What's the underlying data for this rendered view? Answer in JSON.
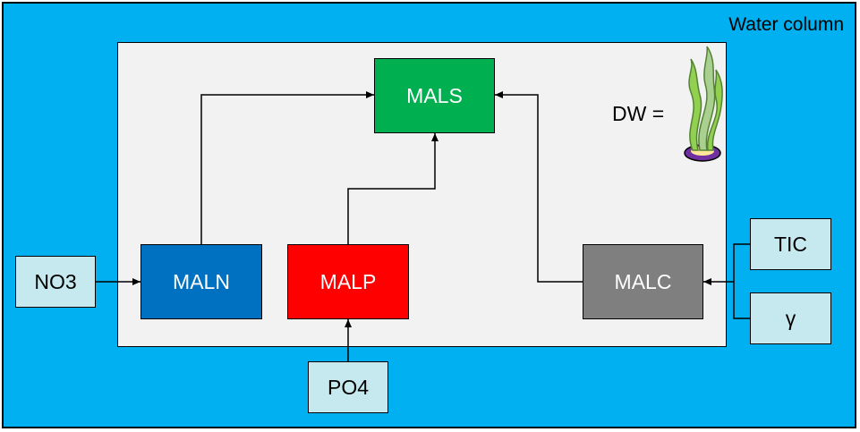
{
  "diagram": {
    "container_label": "Water column",
    "dw_label": "DW =",
    "nodes": {
      "mals": {
        "label": "MALS",
        "color": "#00b050"
      },
      "maln": {
        "label": "MALN",
        "color": "#0070c0"
      },
      "malp": {
        "label": "MALP",
        "color": "#ff0000"
      },
      "malc": {
        "label": "MALC",
        "color": "#7f7f7f"
      },
      "no3": {
        "label": "NO3",
        "color": "#c5e9ee"
      },
      "po4": {
        "label": "PO4",
        "color": "#c5e9ee"
      },
      "tic": {
        "label": "TIC",
        "color": "#c5e9ee"
      },
      "gamma": {
        "label": "γ",
        "color": "#c5e9ee"
      }
    },
    "edges": [
      {
        "from": "NO3",
        "to": "MALN"
      },
      {
        "from": "PO4",
        "to": "MALP"
      },
      {
        "from": "TIC",
        "to": "MALC"
      },
      {
        "from": "γ",
        "to": "MALC"
      },
      {
        "from": "MALN",
        "to": "MALS"
      },
      {
        "from": "MALP",
        "to": "MALS"
      },
      {
        "from": "MALC",
        "to": "MALS"
      }
    ],
    "icon": "seagrass-icon"
  }
}
